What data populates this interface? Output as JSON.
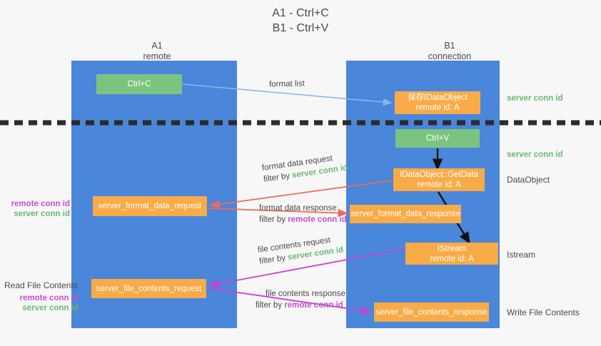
{
  "title": {
    "line1": "A1 - Ctrl+C",
    "line2": "B1 - Ctrl+V"
  },
  "columns": [
    {
      "name": "A1",
      "subtitle": "remote"
    },
    {
      "name": "B1",
      "subtitle": "connection"
    }
  ],
  "colors": {
    "lane": "#4a86d9",
    "box_green": "#7bc47f",
    "box_orange": "#f9ab48",
    "server_conn_id": "#6aba6e",
    "remote_conn_id": "#c450d0",
    "arrow_format_list": "#8ab6e8",
    "arrow_format_data": "#f0695a",
    "arrow_file_contents": "#cc3fcf",
    "arrow_black": "#000000",
    "text": "#4a4a4a",
    "background": "#f7f7f7"
  },
  "boxes": {
    "ctrl_c": {
      "label": "Ctrl+C",
      "lane": "A1",
      "kind": "green"
    },
    "save_idataobject": {
      "line1": "保存IDataObject",
      "line2": "remote id: A",
      "lane": "B1",
      "kind": "orange"
    },
    "ctrl_v": {
      "label": "Ctrl+V",
      "lane": "B1",
      "kind": "green"
    },
    "getdata": {
      "line1": "IDataObject::GetData",
      "line2": "remote id: A",
      "lane": "B1",
      "kind": "orange"
    },
    "server_format_data_request": {
      "label": "server_format_data_request",
      "lane": "A1",
      "kind": "orange"
    },
    "server_format_data_response": {
      "label": "server_format_data_response",
      "lane": "B1",
      "kind": "orange"
    },
    "istream": {
      "line1": "IStream",
      "line2": "remote id: A",
      "lane": "B1",
      "kind": "orange"
    },
    "server_file_contents_request": {
      "label": "server_file_contents_request",
      "lane": "A1",
      "kind": "orange"
    },
    "server_file_contents_response": {
      "label": "server_file_contents_response",
      "lane": "B1",
      "kind": "orange"
    }
  },
  "edges": [
    {
      "id": "format-list",
      "title": "format list",
      "filter_prefix": "",
      "filter_key": "",
      "color": "#8ab6e8",
      "direction": "A1-to-B1"
    },
    {
      "id": "format-data-request",
      "title": "format data request",
      "filter_prefix": "filter by ",
      "filter_key": "server conn id",
      "color": "#f0695a",
      "direction": "B1-to-A1"
    },
    {
      "id": "format-data-response",
      "title": "format data response",
      "filter_prefix": "filter by ",
      "filter_key": "remote conn id",
      "color": "#f0695a",
      "direction": "A1-to-B1"
    },
    {
      "id": "file-contents-request",
      "title": "file contents request",
      "filter_prefix": "filter by ",
      "filter_key": "server conn id",
      "color": "#cc3fcf",
      "direction": "B1-to-A1"
    },
    {
      "id": "file-contents-response",
      "title": "file contents response",
      "filter_prefix": "filter by ",
      "filter_key": "remote conn id",
      "color": "#cc3fcf",
      "direction": "A1-to-B1"
    }
  ],
  "annotations": {
    "server_conn_id": "server conn id",
    "remote_conn_id": "remote conn id",
    "dataobject": "DataObject",
    "istream": "Istream",
    "write_file_contents": "Write File Contents",
    "read_file_contents": "Read File Contents"
  }
}
